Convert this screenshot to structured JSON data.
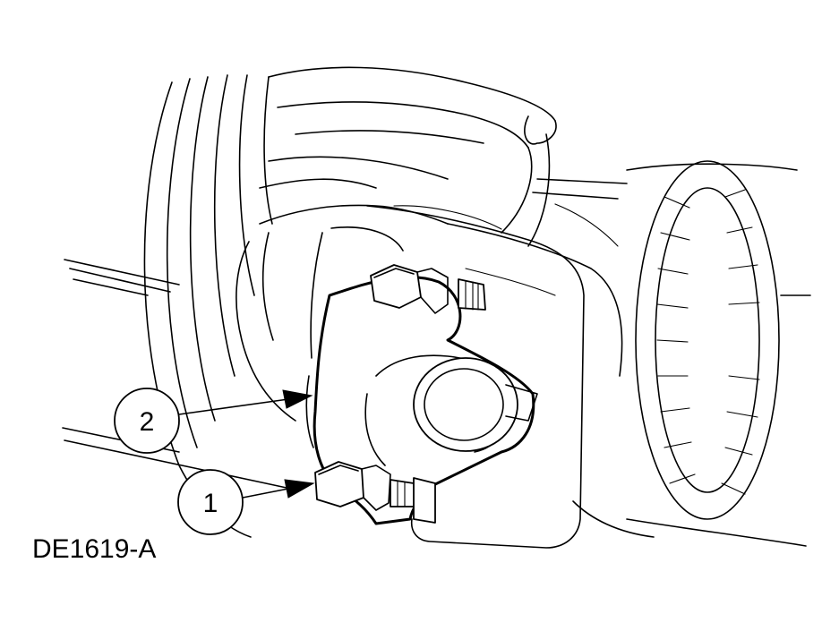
{
  "figure": {
    "id_label": "DE1619-A",
    "callouts": [
      {
        "number": "1",
        "part": "bolt"
      },
      {
        "number": "2",
        "part": "bracket"
      }
    ]
  }
}
